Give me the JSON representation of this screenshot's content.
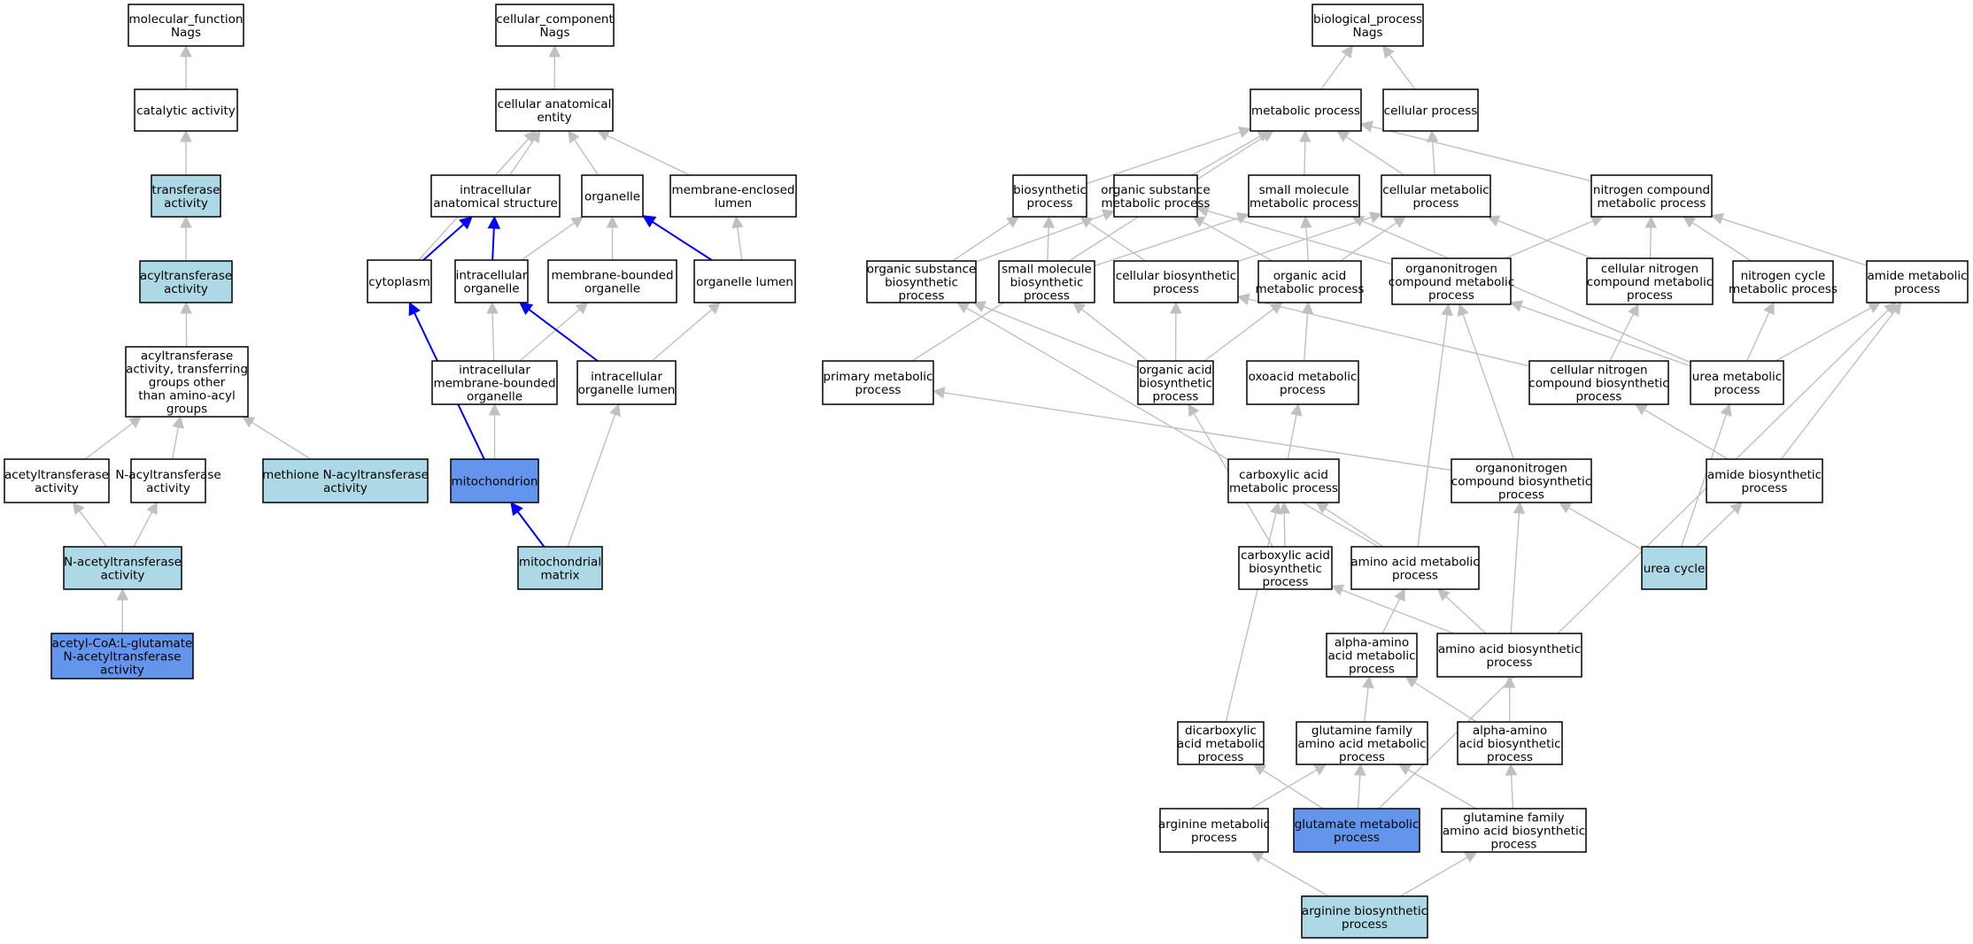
{
  "colors": {
    "plain": "#ffffff",
    "light": "#add8e6",
    "highlight": "#6495ed",
    "edge_default": "#c0c0c0",
    "edge_highlight": "#0000ff"
  },
  "nodes": [
    {
      "id": "mf",
      "lines": [
        "molecular_function",
        "Nags"
      ],
      "fill": "plain"
    },
    {
      "id": "catact",
      "lines": [
        "catalytic activity"
      ],
      "fill": "plain"
    },
    {
      "id": "transf",
      "lines": [
        "transferase",
        "activity"
      ],
      "fill": "light"
    },
    {
      "id": "acyltr",
      "lines": [
        "acyltransferase",
        "activity"
      ],
      "fill": "light"
    },
    {
      "id": "acylother",
      "lines": [
        "acyltransferase",
        "activity, transferring",
        "groups other",
        "than amino-acyl",
        "groups"
      ],
      "fill": "plain"
    },
    {
      "id": "acetyltr",
      "lines": [
        "acetyltransferase",
        "activity"
      ],
      "fill": "plain"
    },
    {
      "id": "nacyl",
      "lines": [
        "N-acyltransferase",
        "activity"
      ],
      "fill": "plain"
    },
    {
      "id": "methione",
      "lines": [
        "methione N-acyltransferase",
        "activity"
      ],
      "fill": "light"
    },
    {
      "id": "nacetyl",
      "lines": [
        "N-acetyltransferase",
        "activity"
      ],
      "fill": "light"
    },
    {
      "id": "acetylcoa",
      "lines": [
        "acetyl-CoA:L-glutamate",
        "N-acetyltransferase",
        "activity"
      ],
      "fill": "highlight"
    },
    {
      "id": "cc",
      "lines": [
        "cellular_component",
        "Nags"
      ],
      "fill": "plain"
    },
    {
      "id": "cae",
      "lines": [
        "cellular anatomical",
        "entity"
      ],
      "fill": "plain"
    },
    {
      "id": "ias",
      "lines": [
        "intracellular",
        "anatomical structure"
      ],
      "fill": "plain"
    },
    {
      "id": "organelle",
      "lines": [
        "organelle"
      ],
      "fill": "plain"
    },
    {
      "id": "mel",
      "lines": [
        "membrane-enclosed",
        "lumen"
      ],
      "fill": "plain"
    },
    {
      "id": "cytoplasm",
      "lines": [
        "cytoplasm"
      ],
      "fill": "plain"
    },
    {
      "id": "io",
      "lines": [
        "intracellular",
        "organelle"
      ],
      "fill": "plain"
    },
    {
      "id": "mbo",
      "lines": [
        "membrane-bounded",
        "organelle"
      ],
      "fill": "plain"
    },
    {
      "id": "ol",
      "lines": [
        "organelle lumen"
      ],
      "fill": "plain"
    },
    {
      "id": "imbo",
      "lines": [
        "intracellular",
        "membrane-bounded",
        "organelle"
      ],
      "fill": "plain"
    },
    {
      "id": "iol",
      "lines": [
        "intracellular",
        "organelle lumen"
      ],
      "fill": "plain"
    },
    {
      "id": "mito",
      "lines": [
        "mitochondrion"
      ],
      "fill": "highlight"
    },
    {
      "id": "mm",
      "lines": [
        "mitochondrial",
        "matrix"
      ],
      "fill": "light"
    },
    {
      "id": "bp",
      "lines": [
        "biological_process",
        "Nags"
      ],
      "fill": "plain"
    },
    {
      "id": "mp",
      "lines": [
        "metabolic process"
      ],
      "fill": "plain"
    },
    {
      "id": "cp",
      "lines": [
        "cellular process"
      ],
      "fill": "plain"
    },
    {
      "id": "bsp",
      "lines": [
        "biosynthetic",
        "process"
      ],
      "fill": "plain"
    },
    {
      "id": "osmp",
      "lines": [
        "organic substance",
        "metabolic process"
      ],
      "fill": "plain"
    },
    {
      "id": "smmp",
      "lines": [
        "small molecule",
        "metabolic process"
      ],
      "fill": "plain"
    },
    {
      "id": "cmp",
      "lines": [
        "cellular metabolic",
        "process"
      ],
      "fill": "plain"
    },
    {
      "id": "ncmp",
      "lines": [
        "nitrogen compound",
        "metabolic process"
      ],
      "fill": "plain"
    },
    {
      "id": "osbp",
      "lines": [
        "organic substance",
        "biosynthetic",
        "process"
      ],
      "fill": "plain"
    },
    {
      "id": "smbp",
      "lines": [
        "small molecule",
        "biosynthetic",
        "process"
      ],
      "fill": "plain"
    },
    {
      "id": "cbp",
      "lines": [
        "cellular biosynthetic",
        "process"
      ],
      "fill": "plain"
    },
    {
      "id": "oamp",
      "lines": [
        "organic acid",
        "metabolic process"
      ],
      "fill": "plain"
    },
    {
      "id": "oncmp",
      "lines": [
        "organonitrogen",
        "compound metabolic",
        "process"
      ],
      "fill": "plain"
    },
    {
      "id": "cncmp",
      "lines": [
        "cellular nitrogen",
        "compound metabolic",
        "process"
      ],
      "fill": "plain"
    },
    {
      "id": "ncyc",
      "lines": [
        "nitrogen cycle",
        "metabolic process"
      ],
      "fill": "plain"
    },
    {
      "id": "amp",
      "lines": [
        "amide metabolic",
        "process"
      ],
      "fill": "plain"
    },
    {
      "id": "pmp",
      "lines": [
        "primary metabolic",
        "process"
      ],
      "fill": "plain"
    },
    {
      "id": "oabp",
      "lines": [
        "organic acid",
        "biosynthetic",
        "process"
      ],
      "fill": "plain"
    },
    {
      "id": "oxmp",
      "lines": [
        "oxoacid metabolic",
        "process"
      ],
      "fill": "plain"
    },
    {
      "id": "cncbp",
      "lines": [
        "cellular nitrogen",
        "compound biosynthetic",
        "process"
      ],
      "fill": "plain"
    },
    {
      "id": "ump",
      "lines": [
        "urea metabolic",
        "process"
      ],
      "fill": "plain"
    },
    {
      "id": "camp",
      "lines": [
        "carboxylic acid",
        "metabolic process"
      ],
      "fill": "plain"
    },
    {
      "id": "oncbp",
      "lines": [
        "organonitrogen",
        "compound biosynthetic",
        "process"
      ],
      "fill": "plain"
    },
    {
      "id": "abp",
      "lines": [
        "amide biosynthetic",
        "process"
      ],
      "fill": "plain"
    },
    {
      "id": "cabp",
      "lines": [
        "carboxylic acid",
        "biosynthetic",
        "process"
      ],
      "fill": "plain"
    },
    {
      "id": "aamp",
      "lines": [
        "amino acid metabolic",
        "process"
      ],
      "fill": "plain"
    },
    {
      "id": "uc",
      "lines": [
        "urea cycle"
      ],
      "fill": "light"
    },
    {
      "id": "alphamp",
      "lines": [
        "alpha-amino",
        "acid metabolic",
        "process"
      ],
      "fill": "plain"
    },
    {
      "id": "aabp",
      "lines": [
        "amino acid biosynthetic",
        "process"
      ],
      "fill": "plain"
    },
    {
      "id": "dcamp",
      "lines": [
        "dicarboxylic",
        "acid metabolic",
        "process"
      ],
      "fill": "plain"
    },
    {
      "id": "gfamp",
      "lines": [
        "glutamine family",
        "amino acid metabolic",
        "process"
      ],
      "fill": "plain"
    },
    {
      "id": "alphabp",
      "lines": [
        "alpha-amino",
        "acid biosynthetic",
        "process"
      ],
      "fill": "plain"
    },
    {
      "id": "argmp",
      "lines": [
        "arginine metabolic",
        "process"
      ],
      "fill": "plain"
    },
    {
      "id": "glump",
      "lines": [
        "glutamate metabolic",
        "process"
      ],
      "fill": "highlight"
    },
    {
      "id": "gfabp",
      "lines": [
        "glutamine family",
        "amino acid biosynthetic",
        "process"
      ],
      "fill": "plain"
    },
    {
      "id": "argbp",
      "lines": [
        "arginine biosynthetic",
        "process"
      ],
      "fill": "light"
    }
  ],
  "edges": [
    {
      "from": "catact",
      "to": "mf"
    },
    {
      "from": "transf",
      "to": "catact"
    },
    {
      "from": "acyltr",
      "to": "transf"
    },
    {
      "from": "acylother",
      "to": "acyltr"
    },
    {
      "from": "acetyltr",
      "to": "acylother"
    },
    {
      "from": "nacyl",
      "to": "acylother"
    },
    {
      "from": "methione",
      "to": "acylother"
    },
    {
      "from": "nacetyl",
      "to": "acetyltr"
    },
    {
      "from": "nacetyl",
      "to": "nacyl"
    },
    {
      "from": "acetylcoa",
      "to": "nacetyl"
    },
    {
      "from": "cae",
      "to": "cc"
    },
    {
      "from": "ias",
      "to": "cae"
    },
    {
      "from": "organelle",
      "to": "cae"
    },
    {
      "from": "mel",
      "to": "cae"
    },
    {
      "from": "cytoplasm",
      "to": "cae"
    },
    {
      "from": "cytoplasm",
      "to": "ias",
      "highlight": true
    },
    {
      "from": "io",
      "to": "ias",
      "highlight": true
    },
    {
      "from": "io",
      "to": "organelle"
    },
    {
      "from": "mbo",
      "to": "organelle"
    },
    {
      "from": "ol",
      "to": "organelle",
      "highlight": true
    },
    {
      "from": "ol",
      "to": "mel"
    },
    {
      "from": "imbo",
      "to": "io"
    },
    {
      "from": "imbo",
      "to": "mbo"
    },
    {
      "from": "iol",
      "to": "io",
      "highlight": true
    },
    {
      "from": "iol",
      "to": "ol"
    },
    {
      "from": "mito",
      "to": "cytoplasm",
      "highlight": true
    },
    {
      "from": "mito",
      "to": "imbo"
    },
    {
      "from": "mm",
      "to": "mito",
      "highlight": true
    },
    {
      "from": "mm",
      "to": "iol"
    },
    {
      "from": "mp",
      "to": "bp"
    },
    {
      "from": "cp",
      "to": "bp"
    },
    {
      "from": "bsp",
      "to": "mp"
    },
    {
      "from": "osmp",
      "to": "mp"
    },
    {
      "from": "smmp",
      "to": "mp"
    },
    {
      "from": "cmp",
      "to": "mp"
    },
    {
      "from": "cmp",
      "to": "cp"
    },
    {
      "from": "ncmp",
      "to": "mp"
    },
    {
      "from": "pmp",
      "to": "mp"
    },
    {
      "from": "osbp",
      "to": "bsp"
    },
    {
      "from": "osbp",
      "to": "osmp"
    },
    {
      "from": "smbp",
      "to": "bsp"
    },
    {
      "from": "smbp",
      "to": "smmp"
    },
    {
      "from": "cbp",
      "to": "bsp"
    },
    {
      "from": "cbp",
      "to": "cmp"
    },
    {
      "from": "oamp",
      "to": "smmp"
    },
    {
      "from": "oamp",
      "to": "cmp"
    },
    {
      "from": "oamp",
      "to": "osmp"
    },
    {
      "from": "oncmp",
      "to": "osmp"
    },
    {
      "from": "oncmp",
      "to": "ncmp"
    },
    {
      "from": "cncmp",
      "to": "cmp"
    },
    {
      "from": "cncmp",
      "to": "ncmp"
    },
    {
      "from": "ncyc",
      "to": "ncmp"
    },
    {
      "from": "amp",
      "to": "ncmp"
    },
    {
      "from": "oabp",
      "to": "osbp"
    },
    {
      "from": "oabp",
      "to": "smbp"
    },
    {
      "from": "oabp",
      "to": "cbp"
    },
    {
      "from": "oabp",
      "to": "oamp"
    },
    {
      "from": "oxmp",
      "to": "oamp"
    },
    {
      "from": "cncbp",
      "to": "cbp"
    },
    {
      "from": "cncbp",
      "to": "cncmp"
    },
    {
      "from": "ump",
      "to": "oncmp"
    },
    {
      "from": "ump",
      "to": "ncyc"
    },
    {
      "from": "ump",
      "to": "amp"
    },
    {
      "from": "ump",
      "to": "smmp"
    },
    {
      "from": "camp",
      "to": "oxmp"
    },
    {
      "from": "oncbp",
      "to": "oncmp"
    },
    {
      "from": "oncbp",
      "to": "pmp"
    },
    {
      "from": "abp",
      "to": "amp"
    },
    {
      "from": "abp",
      "to": "cncbp"
    },
    {
      "from": "cabp",
      "to": "camp"
    },
    {
      "from": "cabp",
      "to": "oabp"
    },
    {
      "from": "aamp",
      "to": "camp"
    },
    {
      "from": "aamp",
      "to": "oncmp"
    },
    {
      "from": "aamp",
      "to": "osbp"
    },
    {
      "from": "uc",
      "to": "ump"
    },
    {
      "from": "uc",
      "to": "abp"
    },
    {
      "from": "uc",
      "to": "oncbp"
    },
    {
      "from": "alphamp",
      "to": "aamp"
    },
    {
      "from": "aabp",
      "to": "aamp"
    },
    {
      "from": "aabp",
      "to": "cabp"
    },
    {
      "from": "aabp",
      "to": "oncbp"
    },
    {
      "from": "dcamp",
      "to": "camp"
    },
    {
      "from": "gfamp",
      "to": "alphamp"
    },
    {
      "from": "alphabp",
      "to": "alphamp"
    },
    {
      "from": "alphabp",
      "to": "aabp"
    },
    {
      "from": "argmp",
      "to": "gfamp"
    },
    {
      "from": "glump",
      "to": "gfamp"
    },
    {
      "from": "glump",
      "to": "dcamp"
    },
    {
      "from": "glump",
      "to": "amp"
    },
    {
      "from": "gfabp",
      "to": "gfamp"
    },
    {
      "from": "gfabp",
      "to": "alphabp"
    },
    {
      "from": "argbp",
      "to": "argmp"
    },
    {
      "from": "argbp",
      "to": "gfabp"
    }
  ]
}
